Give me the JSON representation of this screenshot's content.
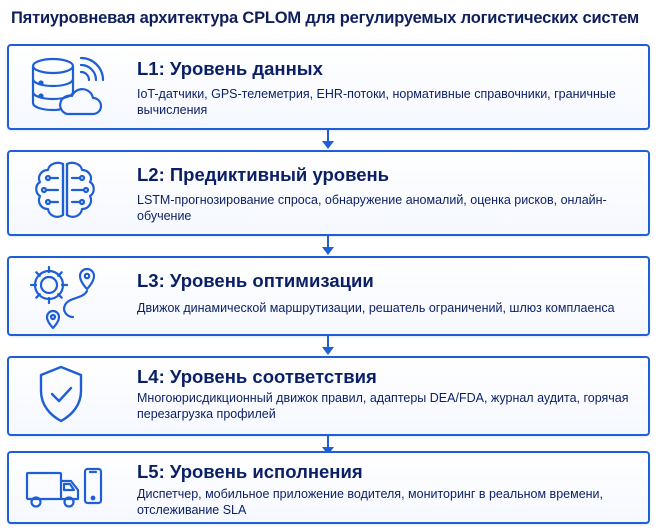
{
  "title": "Пятиуровневая архитектура CPLOM для регулируемых логистических систем",
  "layers": [
    {
      "name": "L1: Уровень данных",
      "description": "IoT-датчики, GPS-телеметрия, EHR-потоки, нормативные справочники, граничные вычисления",
      "icon": "database-cloud-icon"
    },
    {
      "name": "L2: Предиктивный уровень",
      "description": "LSTM-прогнозирование спроса, обнаружение аномалий, оценка рисков, онлайн-обучение",
      "icon": "brain-circuit-icon"
    },
    {
      "name": "L3: Уровень оптимизации",
      "description": "Движок динамической маршрутизации, решатель ограничений, шлюз комплаенса",
      "icon": "gear-route-icon"
    },
    {
      "name": "L4: Уровень соответствия",
      "description": "Многоюрисдикционный движок правил, адаптеры DEA/FDA, журнал аудита, горячая перезагрузка профилей",
      "icon": "shield-check-icon"
    },
    {
      "name": "L5: Уровень исполнения",
      "description": "Диспетчер, мобильное приложение водителя,  мониторинг в реальном времени, отслеживание SLA",
      "icon": "truck-phone-icon"
    }
  ],
  "colors": {
    "accent": "#1e5fd6",
    "text": "#0b1f66"
  }
}
